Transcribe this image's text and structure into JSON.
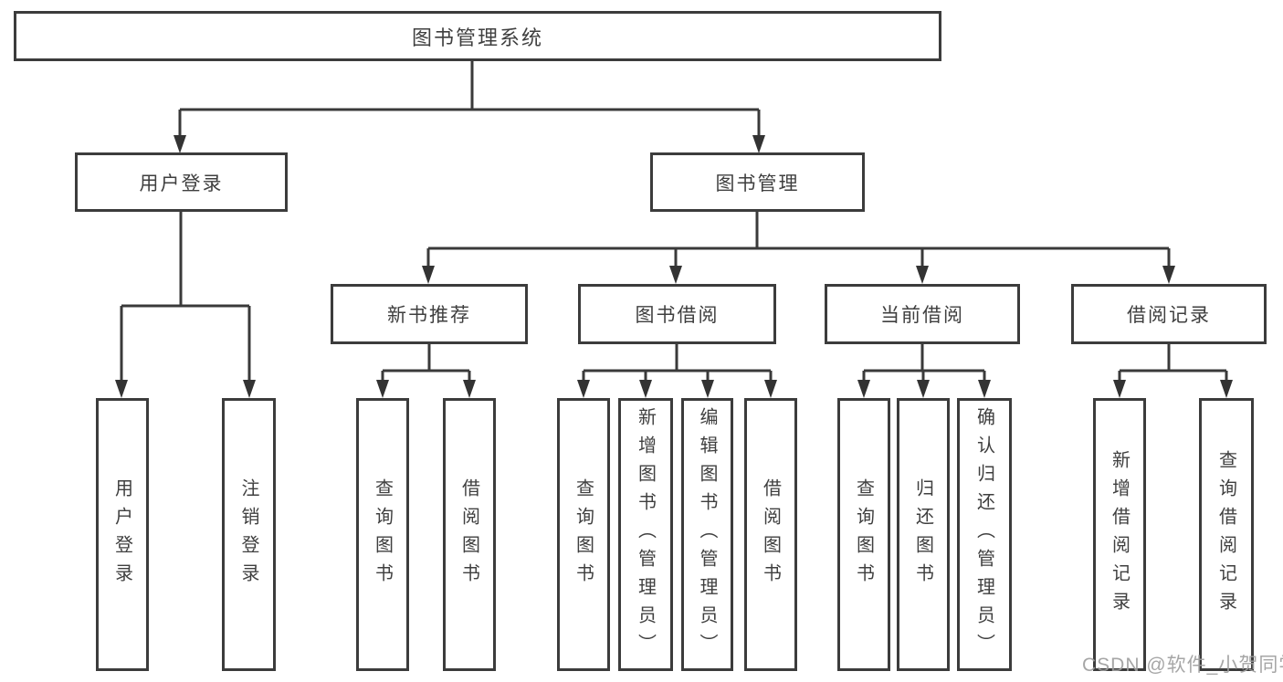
{
  "tree": {
    "root": "图书管理系统",
    "branches": [
      {
        "label": "用户登录",
        "children": [
          "用户登录",
          "注销登录"
        ]
      },
      {
        "label": "图书管理",
        "groups": [
          {
            "label": "新书推荐",
            "children": [
              "查询图书",
              "借阅图书"
            ]
          },
          {
            "label": "图书借阅",
            "children": [
              "查询图书",
              "新增图书（管理员）",
              "编辑图书（管理员）",
              "借阅图书"
            ]
          },
          {
            "label": "当前借阅",
            "children": [
              "查询图书",
              "归还图书",
              "确认归还（管理员）"
            ]
          },
          {
            "label": "借阅记录",
            "children": [
              "新增借阅记录",
              "查询借阅记录"
            ]
          }
        ]
      }
    ]
  },
  "watermark": {
    "text": "CSDN @软件_小贺同学"
  },
  "colors": {
    "line": "#3a3a3a",
    "box_border": "#3c3c3c",
    "text": "#3f3f3f",
    "watermark": "#9e9e9e",
    "background": "#ffffff"
  }
}
